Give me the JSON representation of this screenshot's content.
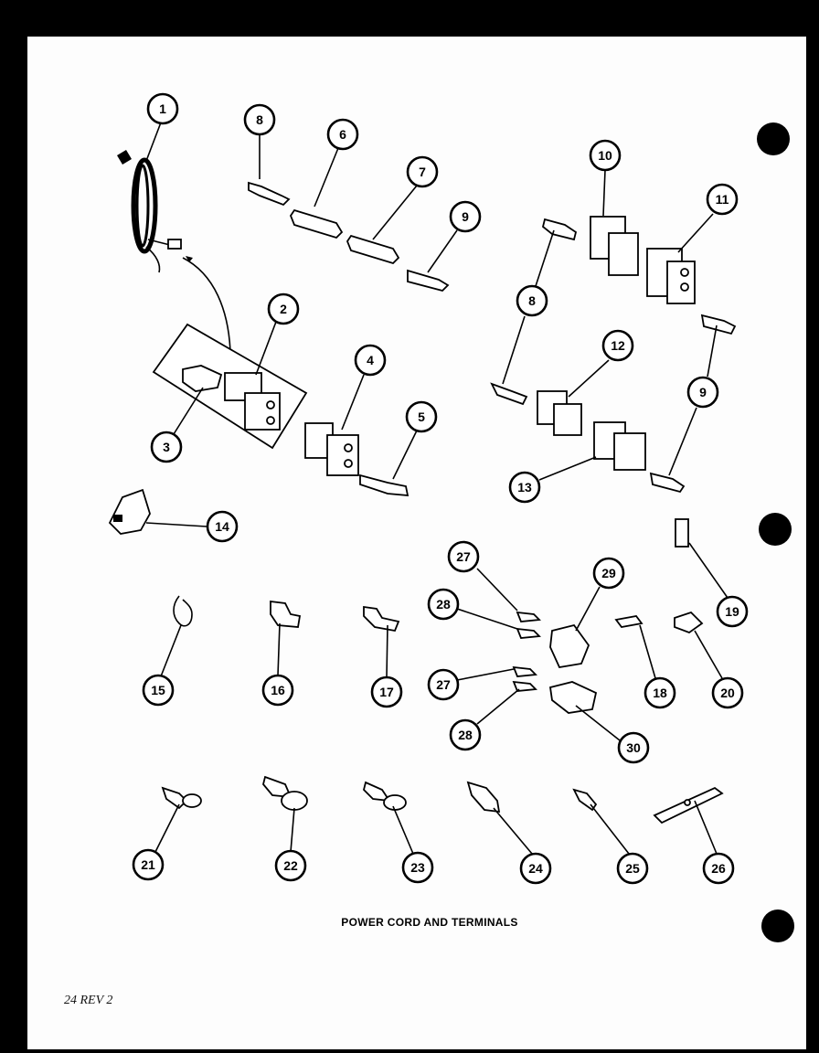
{
  "diagram": {
    "title": "POWER CORD AND TERMINALS",
    "page_ref": "24 REV 2",
    "callouts": [
      {
        "id": "c1",
        "label": "1"
      },
      {
        "id": "c2",
        "label": "2"
      },
      {
        "id": "c3",
        "label": "3"
      },
      {
        "id": "c4",
        "label": "4"
      },
      {
        "id": "c5",
        "label": "5"
      },
      {
        "id": "c6",
        "label": "6"
      },
      {
        "id": "c7",
        "label": "7"
      },
      {
        "id": "c8a",
        "label": "8"
      },
      {
        "id": "c9a",
        "label": "9"
      },
      {
        "id": "c10",
        "label": "10"
      },
      {
        "id": "c11",
        "label": "11"
      },
      {
        "id": "c8b",
        "label": "8"
      },
      {
        "id": "c12",
        "label": "12"
      },
      {
        "id": "c9b",
        "label": "9"
      },
      {
        "id": "c13",
        "label": "13"
      },
      {
        "id": "c14",
        "label": "14"
      },
      {
        "id": "c19",
        "label": "19"
      },
      {
        "id": "c27a",
        "label": "27"
      },
      {
        "id": "c29",
        "label": "29"
      },
      {
        "id": "c28a",
        "label": "28"
      },
      {
        "id": "c15",
        "label": "15"
      },
      {
        "id": "c16",
        "label": "16"
      },
      {
        "id": "c17",
        "label": "17"
      },
      {
        "id": "c18",
        "label": "18"
      },
      {
        "id": "c20",
        "label": "20"
      },
      {
        "id": "c27b",
        "label": "27"
      },
      {
        "id": "c28b",
        "label": "28"
      },
      {
        "id": "c30",
        "label": "30"
      },
      {
        "id": "c21",
        "label": "21"
      },
      {
        "id": "c22",
        "label": "22"
      },
      {
        "id": "c23",
        "label": "23"
      },
      {
        "id": "c24",
        "label": "24"
      },
      {
        "id": "c25",
        "label": "25"
      },
      {
        "id": "c26",
        "label": "26"
      }
    ]
  }
}
